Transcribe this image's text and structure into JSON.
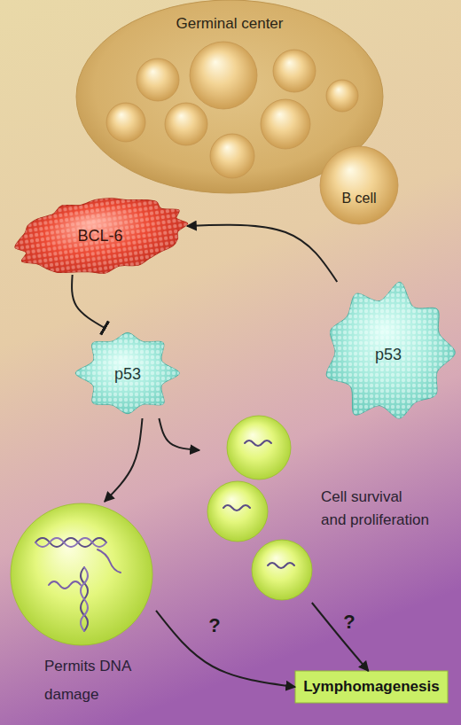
{
  "diagram": {
    "nodes": [
      {
        "text": [
          "Germinal center"
        ]
      },
      {
        "text": [
          "B cell"
        ]
      },
      {
        "text": [
          "BCL-6"
        ]
      },
      {
        "text": [
          "p53"
        ]
      },
      {
        "text": [
          "p53"
        ]
      },
      {
        "text": [
          "Cell survival and proliferation"
        ]
      },
      {
        "text": [
          "Permits DNA damage"
        ]
      },
      {
        "text": [
          "Lymphomagenesis"
        ]
      }
    ],
    "edges": [
      {
        "from": 3,
        "to": 2,
        "arrow": "to"
      },
      {
        "from": 2,
        "to": 4,
        "arrow": "to"
      },
      {
        "from": 4,
        "to": 6,
        "arrow": "to"
      },
      {
        "from": 4,
        "to": 5,
        "arrow": "to"
      },
      {
        "from": 6,
        "to": 7,
        "label": "?",
        "arrow": "to"
      },
      {
        "from": 5,
        "to": 7,
        "label": "?",
        "arrow": "to"
      }
    ]
  }
}
